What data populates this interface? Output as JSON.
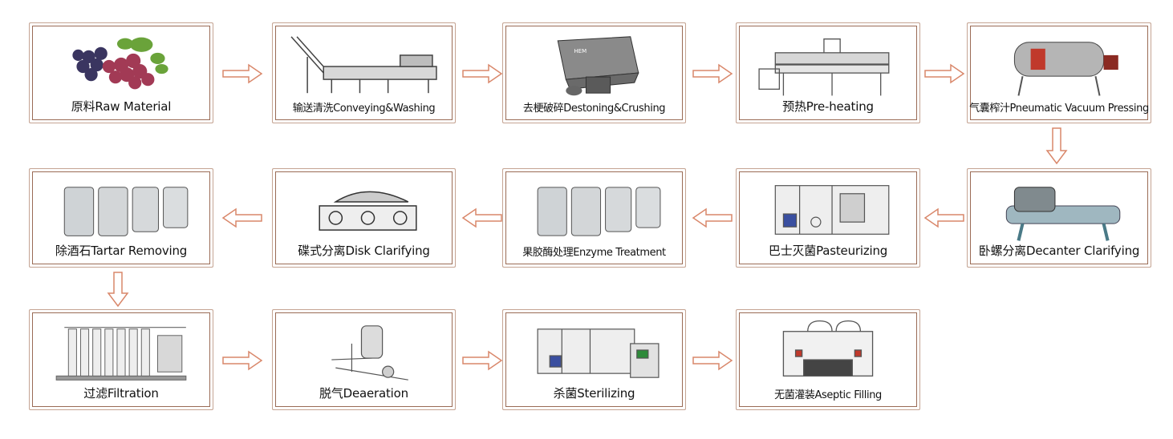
{
  "steps": [
    {
      "label": "原料Raw Material",
      "icon": "grapes-icon"
    },
    {
      "label": "输送清洗Conveying&Washing",
      "icon": "conveyor-washer-icon"
    },
    {
      "label": "去梗破碎Destoning&Crushing",
      "icon": "crusher-icon"
    },
    {
      "label": "预热Pre-heating",
      "icon": "preheater-icon"
    },
    {
      "label": "气囊榨汁Pneumatic Vacuum Pressing",
      "icon": "press-icon"
    },
    {
      "label": "卧螺分离Decanter Clarifying",
      "icon": "decanter-icon"
    },
    {
      "label": "巴士灭菌Pasteurizing",
      "icon": "pasteurizer-icon"
    },
    {
      "label": "果胶酶处理Enzyme Treatment",
      "icon": "tanks-icon"
    },
    {
      "label": "碟式分离Disk Clarifying",
      "icon": "disk-separator-icon"
    },
    {
      "label": "除酒石Tartar Removing",
      "icon": "tanks-icon"
    },
    {
      "label": "过滤Filtration",
      "icon": "filter-icon"
    },
    {
      "label": "脱气Deaeration",
      "icon": "deaerator-icon"
    },
    {
      "label": "杀菌Sterilizing",
      "icon": "sterilizer-icon"
    },
    {
      "label": "无菌灌装Aseptic Filling",
      "icon": "filler-icon"
    }
  ],
  "colors": {
    "arrow": "#d9876a",
    "border": "#9a6b55"
  }
}
